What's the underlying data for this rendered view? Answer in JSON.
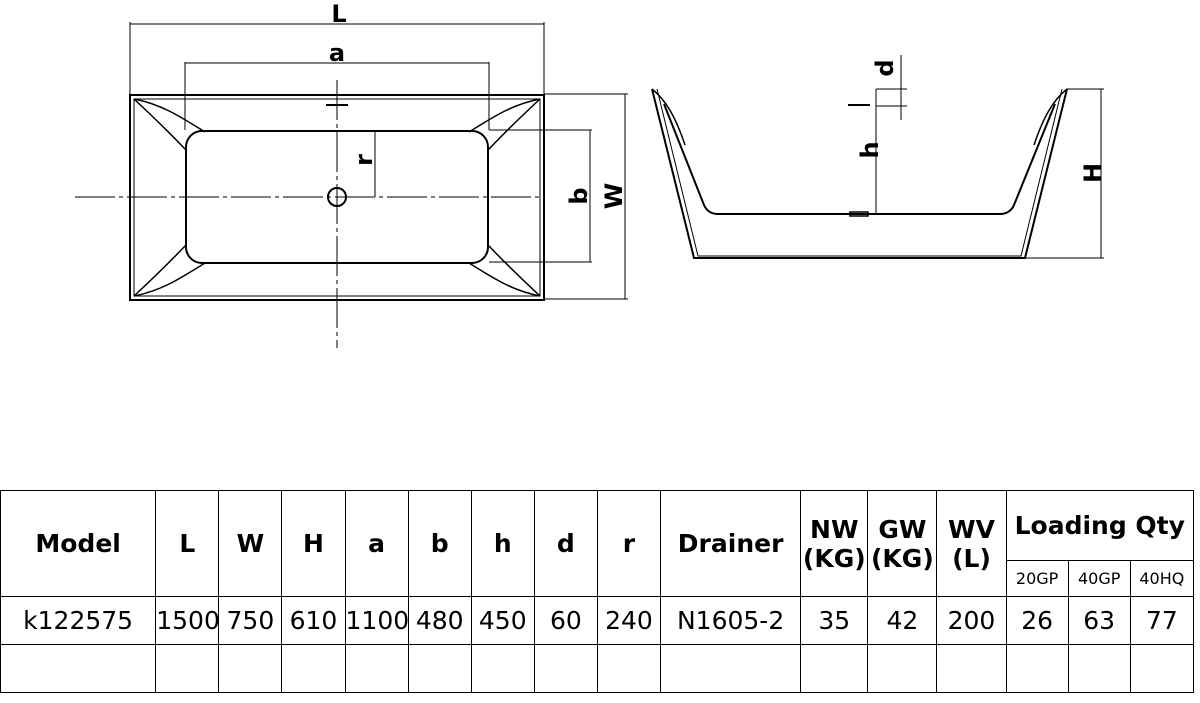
{
  "drawing": {
    "top_view_labels": {
      "L": "L",
      "a": "a",
      "r": "r",
      "b": "b",
      "W": "W"
    },
    "side_view_labels": {
      "d": "d",
      "h": "h",
      "H": "H"
    }
  },
  "table": {
    "headers": {
      "model": "Model",
      "L": "L",
      "W": "W",
      "H": "H",
      "a": "a",
      "b": "b",
      "h": "h",
      "d": "d",
      "r": "r",
      "drainer": "Drainer",
      "nw_line1": "NW",
      "nw_line2": "(KG)",
      "gw_line1": "GW",
      "gw_line2": "(KG)",
      "wv_line1": "WV",
      "wv_line2": "(L)",
      "loading_qty": "Loading Qty",
      "sub_20gp": "20GP",
      "sub_40gp": "40GP",
      "sub_40hq": "40HQ"
    },
    "row": {
      "model": "k122575",
      "L": "1500",
      "W": "750",
      "H": "610",
      "a": "1100",
      "b": "480",
      "h": "450",
      "d": "60",
      "r": "240",
      "drainer": "N1605-2",
      "nw": "35",
      "gw": "42",
      "wv": "200",
      "q20gp": "26",
      "q40gp": "63",
      "q40hq": "77"
    }
  }
}
